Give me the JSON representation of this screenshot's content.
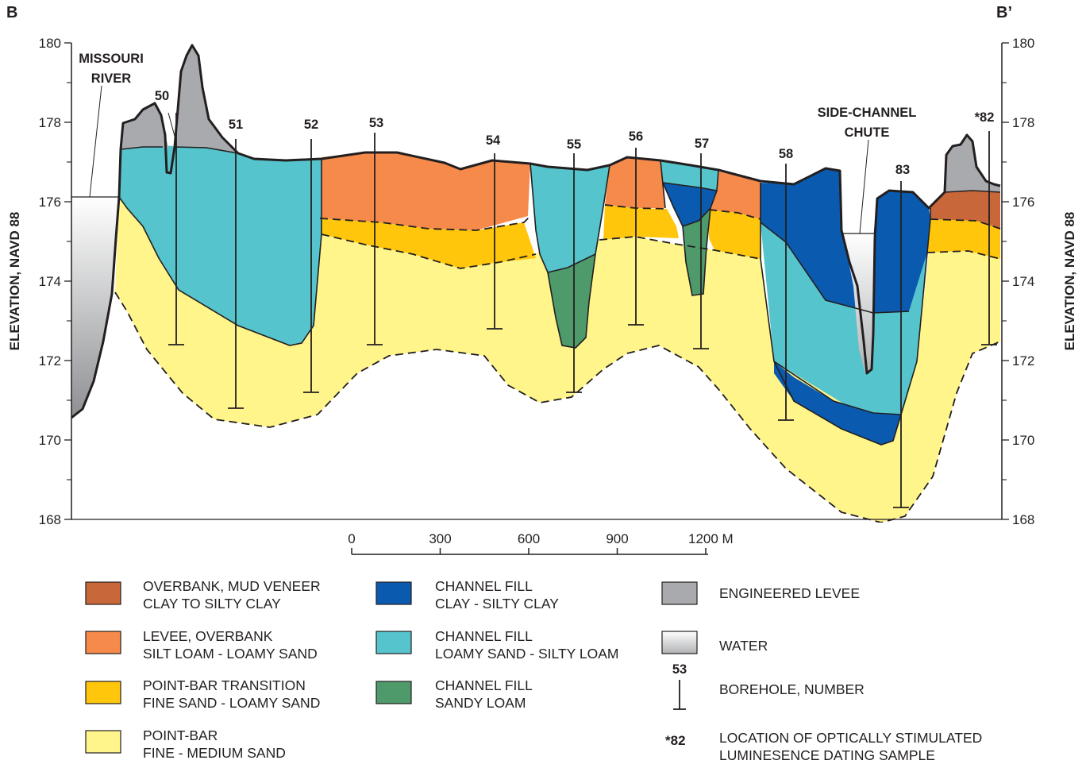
{
  "section_labels": {
    "left": "B",
    "right": "B’"
  },
  "axes": {
    "left_title": "ELEVATION, NAVD 88",
    "right_title": "ELEVATION, NAVD 88",
    "ticks": [
      "180",
      "178",
      "176",
      "174",
      "172",
      "170",
      "168"
    ],
    "range": [
      168,
      180
    ]
  },
  "features": {
    "river_line1": "MISSOURI",
    "river_line2": "RIVER",
    "chute_line1": "SIDE-CHANNEL",
    "chute_line2": "CHUTE"
  },
  "boreholes": [
    {
      "number": "50",
      "bottom_elevation": 172.4
    },
    {
      "number": "51",
      "bottom_elevation": 170.8
    },
    {
      "number": "52",
      "bottom_elevation": 171.2
    },
    {
      "number": "53",
      "bottom_elevation": 172.4
    },
    {
      "number": "54",
      "bottom_elevation": 172.8
    },
    {
      "number": "55",
      "bottom_elevation": 171.2
    },
    {
      "number": "56",
      "bottom_elevation": 172.9
    },
    {
      "number": "57",
      "bottom_elevation": 172.3
    },
    {
      "number": "58",
      "bottom_elevation": 170.5
    },
    {
      "number": "83",
      "bottom_elevation": 168.3
    },
    {
      "number": "82",
      "bottom_elevation": 172.4,
      "osl_sample": true,
      "marker": "*"
    }
  ],
  "scale_bar": {
    "ticks": [
      "0",
      "300",
      "600",
      "900",
      "1200 M"
    ]
  },
  "legend": {
    "overbank_mud": {
      "line1": "OVERBANK, MUD VENEER",
      "line2": "CLAY TO SILTY CLAY",
      "color": "#c8683a"
    },
    "levee_overbank": {
      "line1": "LEVEE, OVERBANK",
      "line2": "SILT LOAM - LOAMY SAND",
      "color": "#f58a4b"
    },
    "pointbar_transition": {
      "line1": "POINT-BAR TRANSITION",
      "line2": "FINE SAND - LOAMY SAND",
      "color": "#ffc60b"
    },
    "pointbar": {
      "line1": "POINT-BAR",
      "line2": "FINE - MEDIUM SAND",
      "color": "#fff58a"
    },
    "channel_clay": {
      "line1": "CHANNEL FILL",
      "line2": "CLAY - SILTY CLAY",
      "color": "#0a5bb0"
    },
    "channel_loamy": {
      "line1": "CHANNEL FILL",
      "line2": "LOAMY SAND - SILTY LOAM",
      "color": "#55c4cc"
    },
    "channel_sandy": {
      "line1": "CHANNEL FILL",
      "line2": "SANDY LOAM",
      "color": "#4e9a6b"
    },
    "levee_engineered": {
      "line1": "ENGINEERED LEVEE",
      "color": "#a8aaad"
    },
    "water": {
      "line1": "WATER",
      "color": "#d8d9da"
    },
    "borehole": {
      "example": "53",
      "line1": "BOREHOLE, NUMBER"
    },
    "osl": {
      "example": "*82",
      "line1": "LOCATION OF OPTICALLY STIMULATED",
      "line2": "LUMINESENCE DATING SAMPLE"
    }
  }
}
